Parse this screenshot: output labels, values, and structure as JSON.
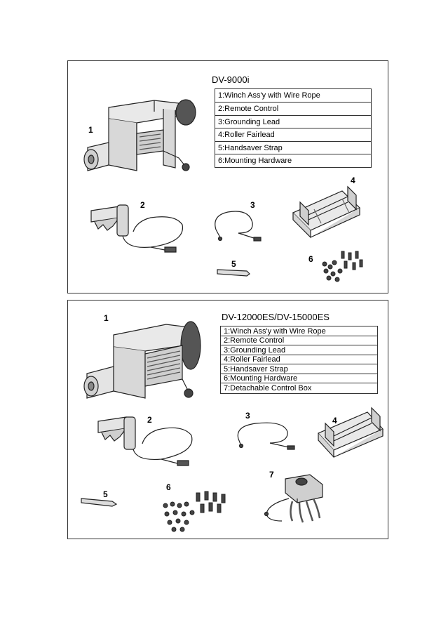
{
  "panel1": {
    "model": "DV-9000i",
    "parts": [
      "1:Winch Ass'y with Wire Rope",
      "2:Remote Control",
      "3:Grounding Lead",
      "4:Roller Fairlead",
      "5:Handsaver Strap",
      "6:Mounting Hardware"
    ],
    "labels": {
      "winch": "1",
      "remote": "2",
      "lead": "3",
      "fairlead": "4",
      "strap": "5",
      "hardware": "6"
    }
  },
  "panel2": {
    "model": "DV-12000ES/DV-15000ES",
    "parts": [
      "1:Winch Ass'y with Wire Rope",
      "2:Remote Control",
      "3:Grounding Lead",
      "4:Roller Fairlead",
      "5:Handsaver Strap",
      "6:Mounting Hardware",
      "7:Detachable Control Box"
    ],
    "labels": {
      "winch": "1",
      "remote": "2",
      "lead": "3",
      "fairlead": "4",
      "strap": "5",
      "hardware": "6",
      "controlbox": "7"
    }
  }
}
